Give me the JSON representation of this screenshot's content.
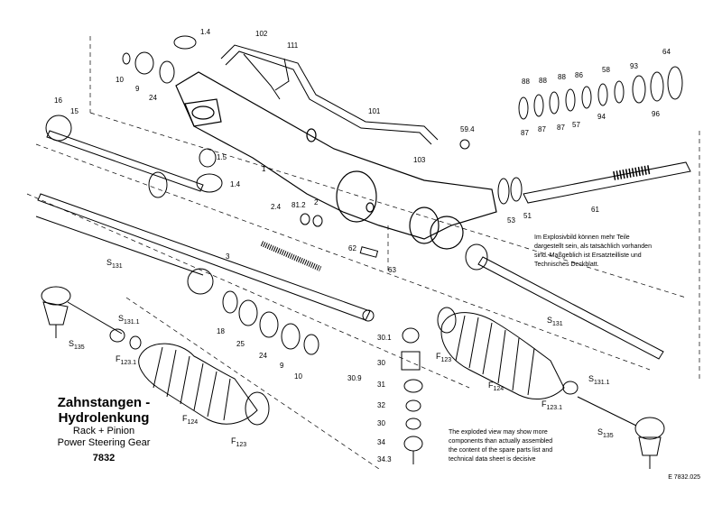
{
  "title": {
    "line1": "Zahnstangen -",
    "line2": "Hydrolenkung",
    "line3": "Rack + Pinion",
    "line4": "Power Steering Gear",
    "number": "7832"
  },
  "reference": "E 7832.025",
  "notes": {
    "german": [
      "Im Explosivbild können mehr Teile",
      "dargestellt sein, als tatsächlich vorhanden",
      "sind. Maßgeblich ist Ersatzteilliste und",
      "Technisches Deckblatt."
    ],
    "english": [
      "The exploded view may show more",
      "components than actually assembled",
      "the content of the spare parts list and",
      "technical data sheet is decisive"
    ]
  },
  "labels": {
    "p1_4a": "1.4",
    "p102": "102",
    "p111": "111",
    "p10a": "10",
    "p9a": "9",
    "p24a": "24",
    "p16": "16",
    "p15": "15",
    "p101": "101",
    "p59_4": "59.4",
    "p103": "103",
    "p1_5": "1.5",
    "p1": "1",
    "p1_4b": "1.4",
    "p88a": "88",
    "p88b": "88",
    "p88c": "88",
    "p86": "86",
    "p58": "58",
    "p93": "93",
    "p64": "64",
    "p87a": "87",
    "p87b": "87",
    "p87c": "87",
    "p57": "57",
    "p94": "94",
    "p96": "96",
    "p61": "61",
    "p53": "53",
    "p51": "51",
    "p2_4": "2.4",
    "p81_2": "81.2",
    "p2": "2",
    "p62": "62",
    "p63": "63",
    "p3": "3",
    "p131a": "131",
    "p131b": "131",
    "p131_1a": "131.1",
    "p131_1b": "131.1",
    "p135a": "135",
    "p135b": "135",
    "p123_1a": "123.1",
    "p123_1b": "123.1",
    "p124a": "124",
    "p124b": "124",
    "p123a": "123",
    "p123b": "123",
    "p18": "18",
    "p25": "25",
    "p24b": "24",
    "p9b": "9",
    "p10b": "10",
    "p30_9": "30.9",
    "p30_1": "30.1",
    "p30a": "30",
    "p31": "31",
    "p32": "32",
    "p30b": "30",
    "p34": "34",
    "p34_3": "34.3",
    "S": "S",
    "F": "F"
  }
}
